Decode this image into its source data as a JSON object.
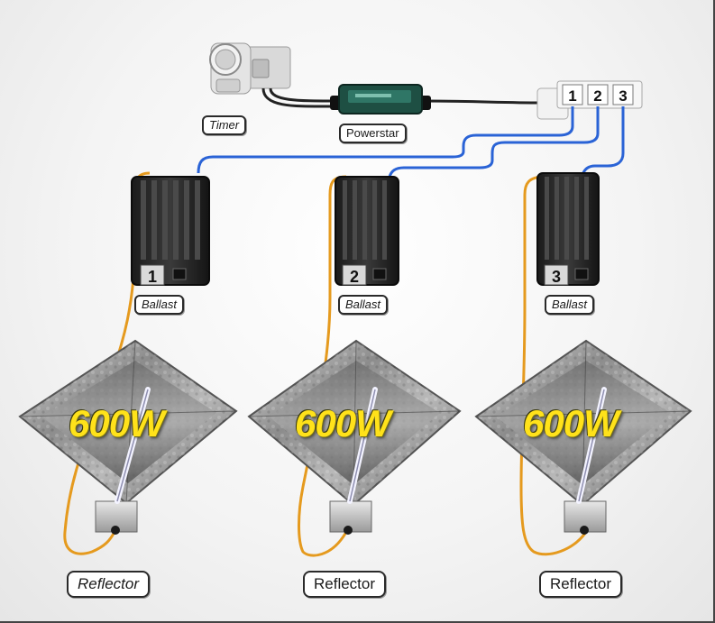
{
  "labels": {
    "timer": "Timer",
    "powerstar": "Powerstar",
    "outlets": [
      "1",
      "2",
      "3"
    ],
    "ballast": "Ballast",
    "ballast_numbers": [
      "1",
      "2",
      "3"
    ],
    "wattage": "600W",
    "reflector": "Reflector"
  },
  "colors": {
    "blue_cable": "#2a63d6",
    "orange_cable": "#e59a1e",
    "black_cable": "#222222",
    "wattage_text": "#ffe21a",
    "ballast_body": "#2b2b2b"
  },
  "icons": [
    "timer-icon",
    "controller-icon",
    "power-strip-icon",
    "ballast-icon",
    "reflector-icon",
    "lamp-icon"
  ]
}
